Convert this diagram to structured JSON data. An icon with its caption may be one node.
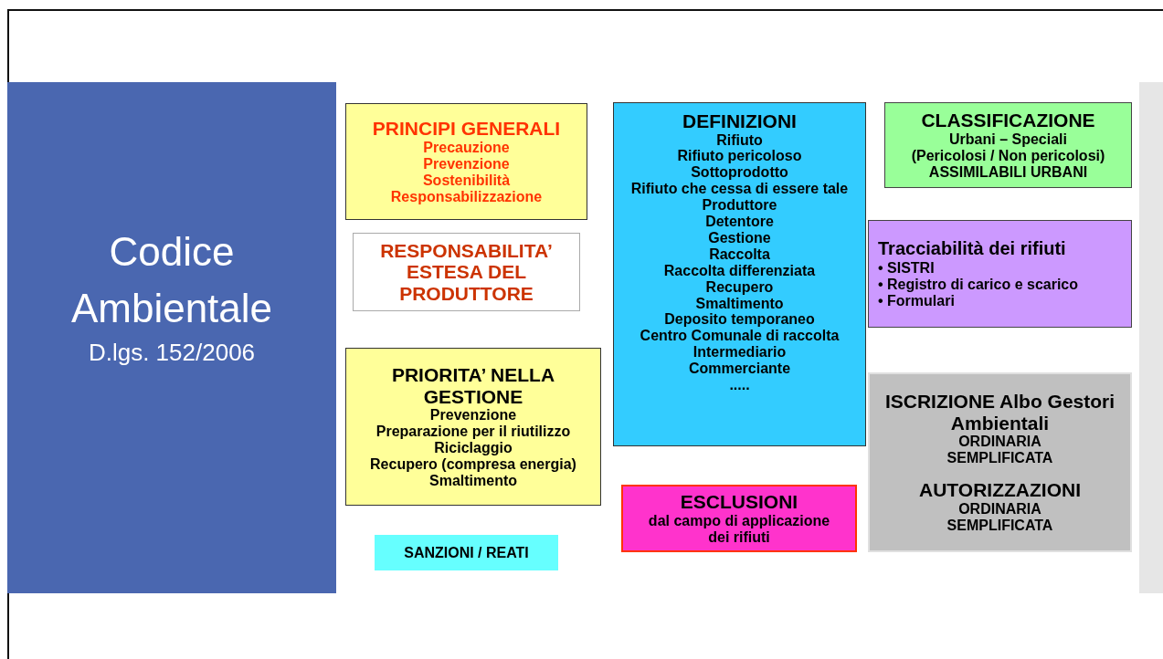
{
  "diagram": {
    "nodes": [
      {
        "text": [
          "Codice Ambientale",
          "D.lgs. 152/2006"
        ]
      },
      {
        "text": [
          "PRINCIPI GENERALI",
          "Precauzione",
          "Prevenzione",
          "Sostenibilità",
          "Responsabilizzazione"
        ]
      },
      {
        "text": [
          "RESPONSABILITA’ ESTESA DEL PRODUTTORE"
        ]
      },
      {
        "text": [
          "PRIORITA’ NELLA GESTIONE",
          "Prevenzione",
          "Preparazione per il riutilizzo",
          "Riciclaggio",
          "Recupero (compresa energia)",
          "Smaltimento"
        ]
      },
      {
        "text": [
          "SANZIONI / REATI"
        ]
      },
      {
        "text": [
          "DEFINIZIONI",
          "Rifiuto",
          "Rifiuto pericoloso",
          "Sottoprodotto",
          "Rifiuto che cessa di essere tale",
          "Produttore",
          "Detentore",
          "Gestione",
          "Raccolta",
          "Raccolta differenziata",
          "Recupero",
          "Smaltimento",
          "Deposito temporaneo",
          "Centro Comunale di raccolta",
          "Intermediario",
          "Commerciante",
          "....."
        ]
      },
      {
        "text": [
          "ESCLUSIONI",
          "dal campo di applicazione dei rifiuti"
        ]
      },
      {
        "text": [
          "CLASSIFICAZIONE",
          "Urbani – Speciali",
          "(Pericolosi / Non pericolosi)",
          "ASSIMILABILI URBANI"
        ]
      },
      {
        "text": [
          "Tracciabilità dei rifiuti",
          "• SISTRI",
          "• Registro di carico e scarico",
          "• Formulari"
        ]
      },
      {
        "text": [
          "ISCRIZIONE Albo Gestori Ambientali",
          "ORDINARIA",
          "SEMPLIFICATA",
          "AUTORIZZAZIONI",
          "ORDINARIA",
          "SEMPLIFICATA"
        ]
      }
    ],
    "edges": []
  }
}
